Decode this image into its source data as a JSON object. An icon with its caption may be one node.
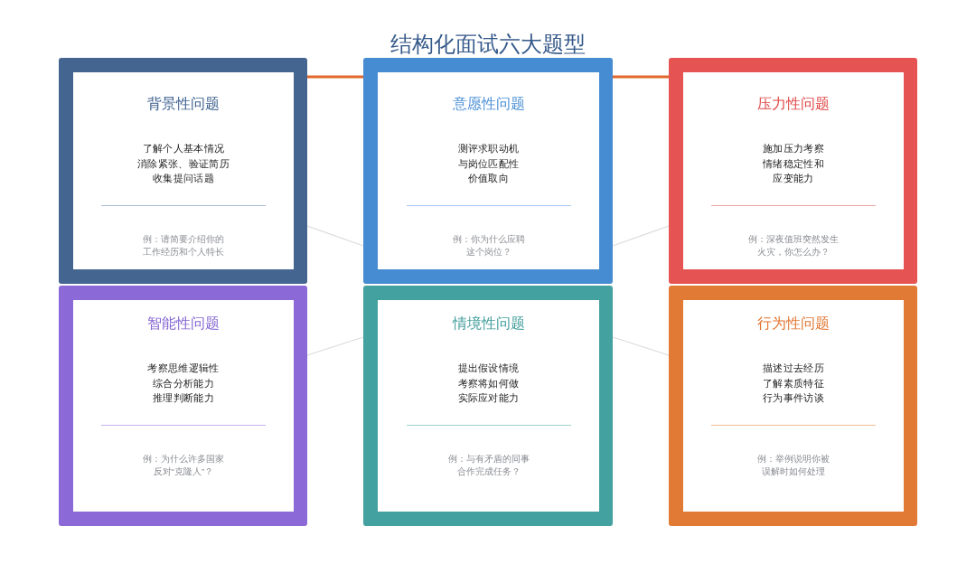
{
  "diagram": {
    "title": "结构化面试六大题型",
    "nodes": [
      {
        "text": [
          "背景性问题",
          "了解个人基本情况",
          "消除紧张、验证简历",
          "收集提问话题",
          "例：请简要介绍你的工作经历和个人特长"
        ]
      },
      {
        "text": [
          "意愿性问题",
          "测评求职动机",
          "与岗位匹配性",
          "价值取向",
          "例：你为什么应聘这个岗位？"
        ]
      },
      {
        "text": [
          "压力性问题",
          "施加压力考察",
          "情绪稳定性和",
          "应变能力",
          "例：深夜值班突然发生火灾，你怎么办？"
        ]
      },
      {
        "text": [
          "智能性问题",
          "考察思维逻辑性",
          "综合分析能力",
          "推理判断能力",
          "例：为什么许多国家反对“克隆人”？"
        ]
      },
      {
        "text": [
          "情境性问题",
          "提出假设情境",
          "考察将如何做",
          "实际应对能力",
          "例：与有矛盾的同事合作完成任务？"
        ]
      },
      {
        "text": [
          "行为性问题",
          "描述过去经历",
          "了解素质特征",
          "行为事件访谈",
          "例：举例说明你被误解时如何处理"
        ]
      }
    ],
    "edges": [
      {
        "from": 0,
        "to": 1,
        "arrow": "none",
        "style": "thick",
        "color": "#e0692b"
      },
      {
        "from": 1,
        "to": 2,
        "arrow": "none",
        "style": "thick",
        "color": "#e0692b"
      },
      {
        "from": 0,
        "to": 1,
        "arrow": "none"
      },
      {
        "from": 1,
        "to": 2,
        "arrow": "none"
      },
      {
        "from": 3,
        "to": 4,
        "arrow": "none"
      },
      {
        "from": 4,
        "to": 5,
        "arrow": "none"
      }
    ]
  }
}
